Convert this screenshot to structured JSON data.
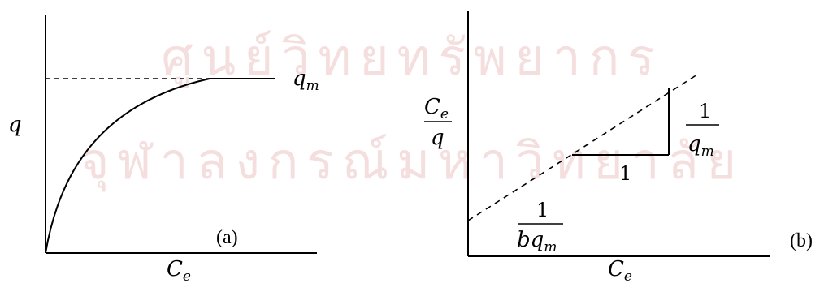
{
  "watermark": {
    "line1": "ศูนย์วิทยทรัพยากร",
    "line2": "จุฬาลงกรณ์มหาวิทยาลัย",
    "color": "#f4dede"
  },
  "panel_a": {
    "tag": "(a)",
    "ylabel": "q",
    "xlabel": {
      "main": "C",
      "sub": "e"
    },
    "asymptote_label": {
      "main": "q",
      "sub": "m"
    }
  },
  "panel_b": {
    "tag": "(b)",
    "ylabel": {
      "num_main": "C",
      "num_sub": "e",
      "den": "q"
    },
    "xlabel": {
      "main": "C",
      "sub": "e"
    },
    "slope": {
      "num": "1",
      "den_main": "q",
      "den_sub": "m"
    },
    "run": "1",
    "intercept": {
      "num": "1",
      "den_main": "bq",
      "den_sub": "m"
    }
  }
}
